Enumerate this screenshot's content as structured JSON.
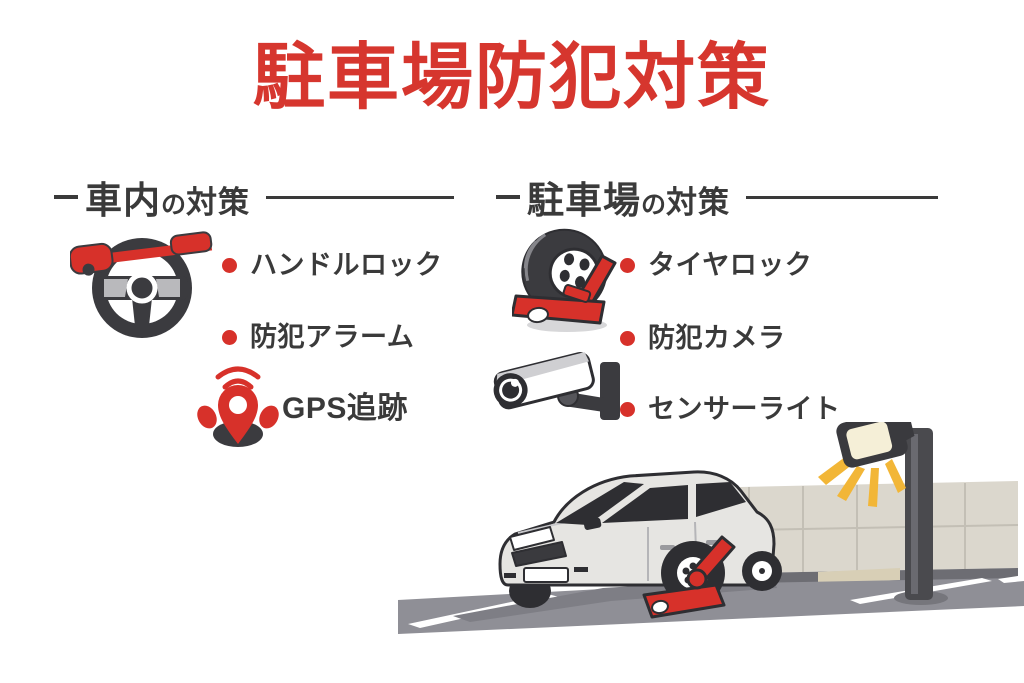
{
  "title": "駐車場防犯対策",
  "colors": {
    "title_red": "#d6362e",
    "accent_red": "#d7312a",
    "text_dark": "#3a3a3a",
    "wall_beige": "#dbd7cd",
    "ground_gray": "#8f8f96",
    "light_yellow": "#f2b637"
  },
  "sections": {
    "car_interior": {
      "heading_strong": "車内",
      "heading_particle": "の",
      "heading_tail": "対策",
      "items": [
        {
          "label": "ハンドルロック"
        },
        {
          "label": "防犯アラーム"
        },
        {
          "label": "GPS追跡"
        }
      ],
      "icons": [
        "steering-wheel-lock-icon",
        "gps-tracking-pin-icon"
      ]
    },
    "parking_lot": {
      "heading_strong": "駐車場",
      "heading_particle": "の",
      "heading_tail": "対策",
      "items": [
        {
          "label": "タイヤロック"
        },
        {
          "label": "防犯カメラ"
        },
        {
          "label": "センサーライト"
        }
      ],
      "icons": [
        "tire-wheel-clamp-icon",
        "security-camera-icon"
      ]
    }
  },
  "illustration": {
    "elements": [
      "car-with-wheel-clamp",
      "parking-bay-lines",
      "block-wall",
      "sensor-light-pole"
    ]
  }
}
